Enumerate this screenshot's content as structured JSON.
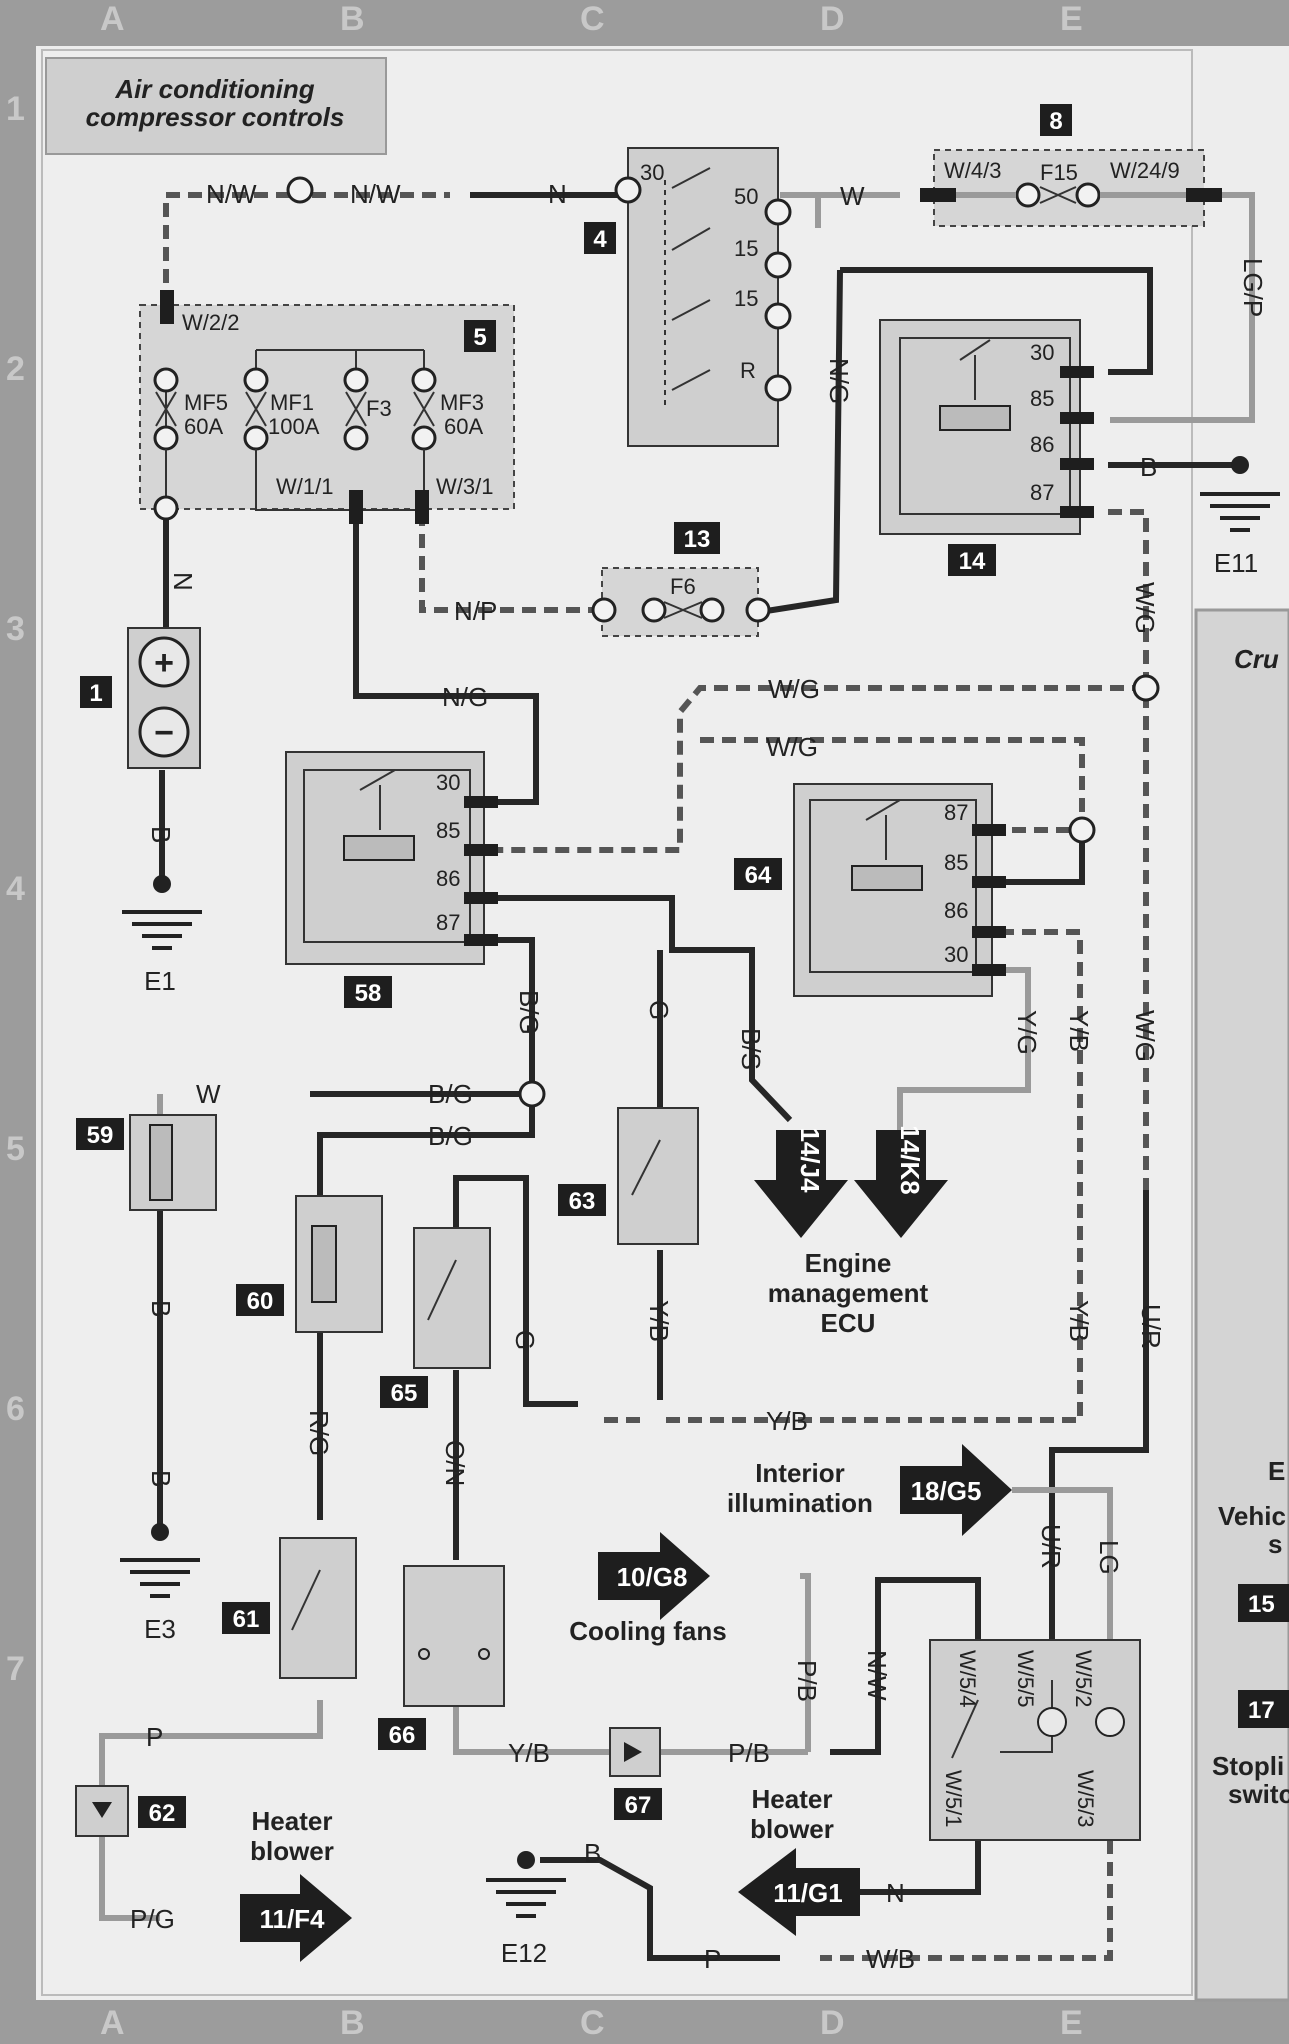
{
  "grid": {
    "columns": [
      "A",
      "B",
      "C",
      "D",
      "E"
    ],
    "rows": [
      "1",
      "2",
      "3",
      "4",
      "5",
      "6",
      "7"
    ]
  },
  "title": {
    "line1": "Air conditioning",
    "line2": "compressor controls"
  },
  "side_panel": {
    "title_fragment": "Cru",
    "labels": [
      "E",
      "Vehic",
      "s",
      "15",
      "17",
      "Stopli",
      "switc"
    ]
  },
  "components": {
    "c1": "1",
    "c4": "4",
    "c5": "5",
    "c8": "8",
    "c13": "13",
    "c14": "14",
    "c58": "58",
    "c59": "59",
    "c60": "60",
    "c61": "61",
    "c62": "62",
    "c63": "63",
    "c64": "64",
    "c65": "65",
    "c66": "66",
    "c67": "67"
  },
  "earths": {
    "e1": "E1",
    "e3": "E3",
    "e11": "E11",
    "e12": "E12"
  },
  "fuses": {
    "mf5": "MF5",
    "mf5_rating": "60A",
    "mf1": "MF1",
    "mf1_rating": "100A",
    "f3": "F3",
    "mf3": "MF3",
    "mf3_rating": "60A",
    "f6": "F6",
    "f15": "F15"
  },
  "pins": {
    "p30": "30",
    "p85": "85",
    "p86": "86",
    "p87": "87",
    "p50": "50",
    "p15": "15",
    "pR": "R"
  },
  "connectors": {
    "w22": "W/2/2",
    "w11": "W/1/1",
    "w31": "W/3/1",
    "w43": "W/4/3",
    "w249": "W/24/9",
    "w54": "W/5/4",
    "w55": "W/5/5",
    "w52": "W/5/2",
    "w51": "W/5/1",
    "w53": "W/5/3"
  },
  "wires": {
    "nw": "N/W",
    "n": "N",
    "w": "W",
    "lgp": "LG/P",
    "ng": "N/G",
    "np": "N/P",
    "b": "B",
    "wg": "W/G",
    "bg": "B/G",
    "bs": "B/S",
    "g": "G",
    "yg": "Y/G",
    "yb": "Y/B",
    "rg": "R/G",
    "on": "O/N",
    "ur": "U/R",
    "lg": "LG",
    "p": "P",
    "pg": "P/G",
    "pb": "P/B",
    "wb": "W/B"
  },
  "arrows": {
    "a14j4": "14/J4",
    "a14k8": "14/K8",
    "a18g5": "18/G5",
    "a10g8": "10/G8",
    "a11g1": "11/G1",
    "a11f4": "11/F4"
  },
  "captions": {
    "ecu_1": "Engine",
    "ecu_2": "management",
    "ecu_3": "ECU",
    "interior_1": "Interior",
    "interior_2": "illumination",
    "cooling": "Cooling fans",
    "heater_1": "Heater",
    "heater_2": "blower"
  },
  "colors": {
    "paper": "#ededed",
    "component_fill": "#cfcfcf",
    "wire_dark": "#262626",
    "wire_gray": "#9a9a9a",
    "tag_bg": "#1e1e1e"
  }
}
